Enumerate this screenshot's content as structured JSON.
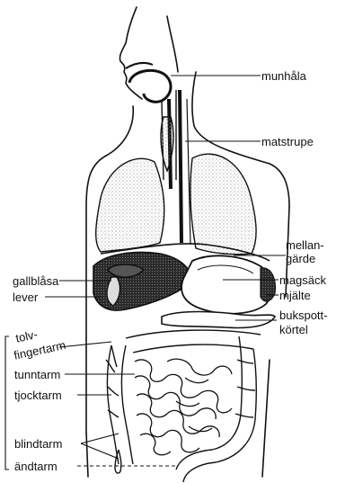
{
  "labels": {
    "mouth": "munhåla",
    "esophagus": "matstrupe",
    "diaphragm_1": "mellan-",
    "diaphragm_2": "gärde",
    "stomach": "magsäck",
    "spleen": "mjälte",
    "pancreas_1": "bukspott-",
    "pancreas_2": "körtel",
    "gallbladder": "gallblåsa",
    "liver": "lever",
    "duodenum_1": "tolv-",
    "duodenum_2": "fingertarm",
    "small_intestine": "tunntarm",
    "large_intestine": "tjocktarm",
    "appendix": "blindtarm",
    "rectum": "ändtarm"
  },
  "colors": {
    "ink": "#111111",
    "stipple": "#9a9a9a",
    "dark": "#1a1a1a"
  }
}
